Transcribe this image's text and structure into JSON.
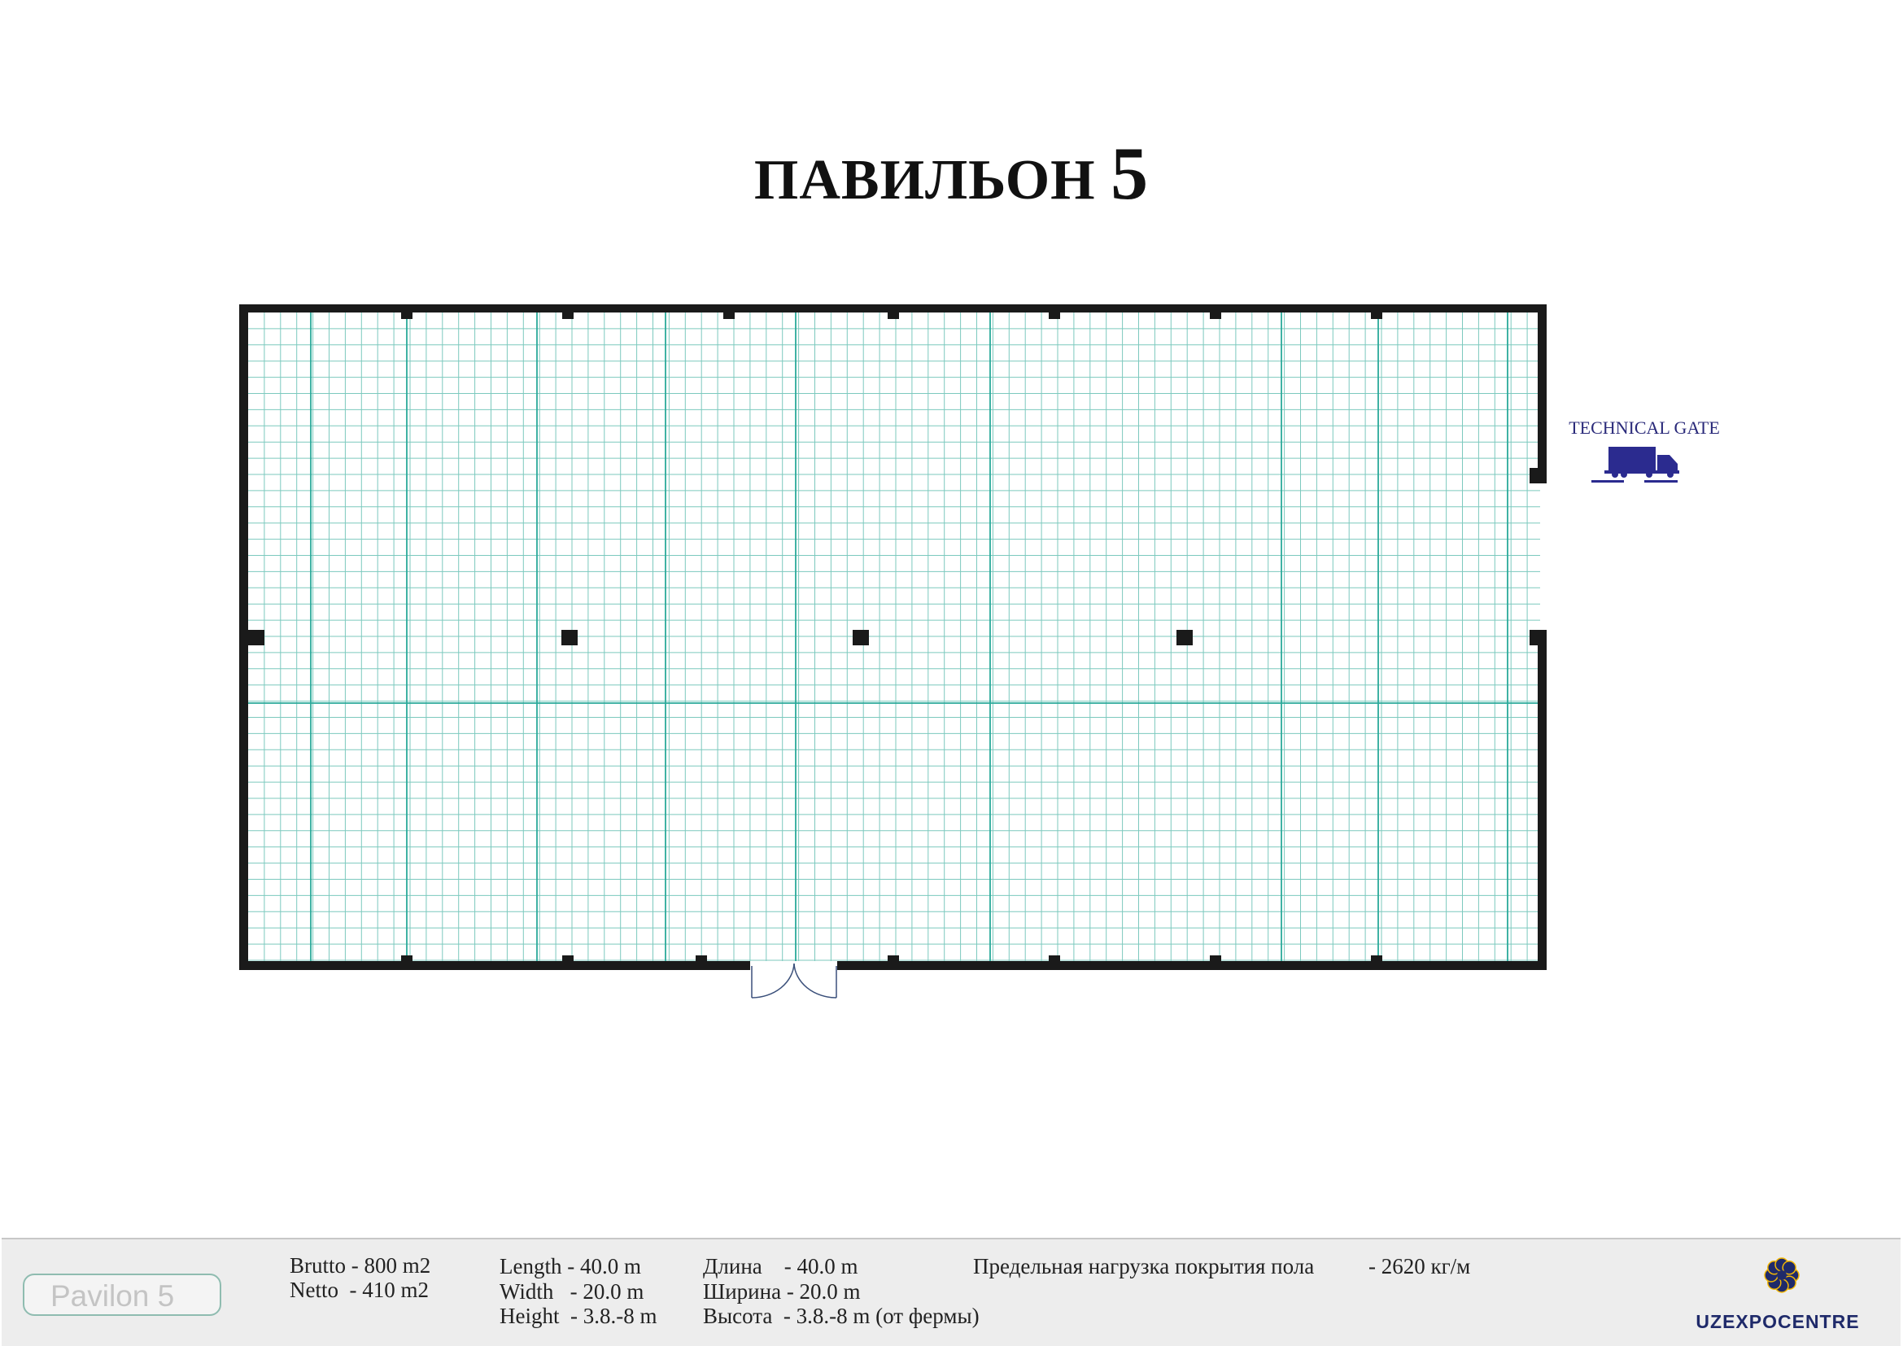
{
  "title": {
    "text": "ПАВИЛЬОН",
    "number": "5"
  },
  "gate": {
    "label": "TECHNICAL GATE",
    "icon": "truck-icon"
  },
  "footer": {
    "badge": "Pavilon 5",
    "area": {
      "brutto": "Brutto - 800 m2",
      "netto": "Netto  - 410 m2"
    },
    "dims_en": {
      "length": "Length - 40.0 m",
      "width": "Width   - 20.0 m",
      "height": "Height  - 3.8.-8 m"
    },
    "dims_ru": {
      "length": "Длина    - 40.0 m",
      "width": "Ширина - 20.0 m",
      "height": "Высота  - 3.8.-8 m (от фермы)"
    },
    "load": {
      "label": "Предельная нагрузка покрытия пола",
      "value": "- 2620 кг/м"
    },
    "logo": {
      "text": "UZEXPOCENTRE",
      "icon": "uzexpocentre-logo-icon"
    }
  },
  "colors": {
    "wall": "#1a1a1a",
    "grid_minor": "#7cc9be",
    "grid_major": "#2aa99a",
    "truck": "#2b2b8f",
    "logo_blue": "#1f2a6a",
    "logo_gold": "#f2b705"
  }
}
